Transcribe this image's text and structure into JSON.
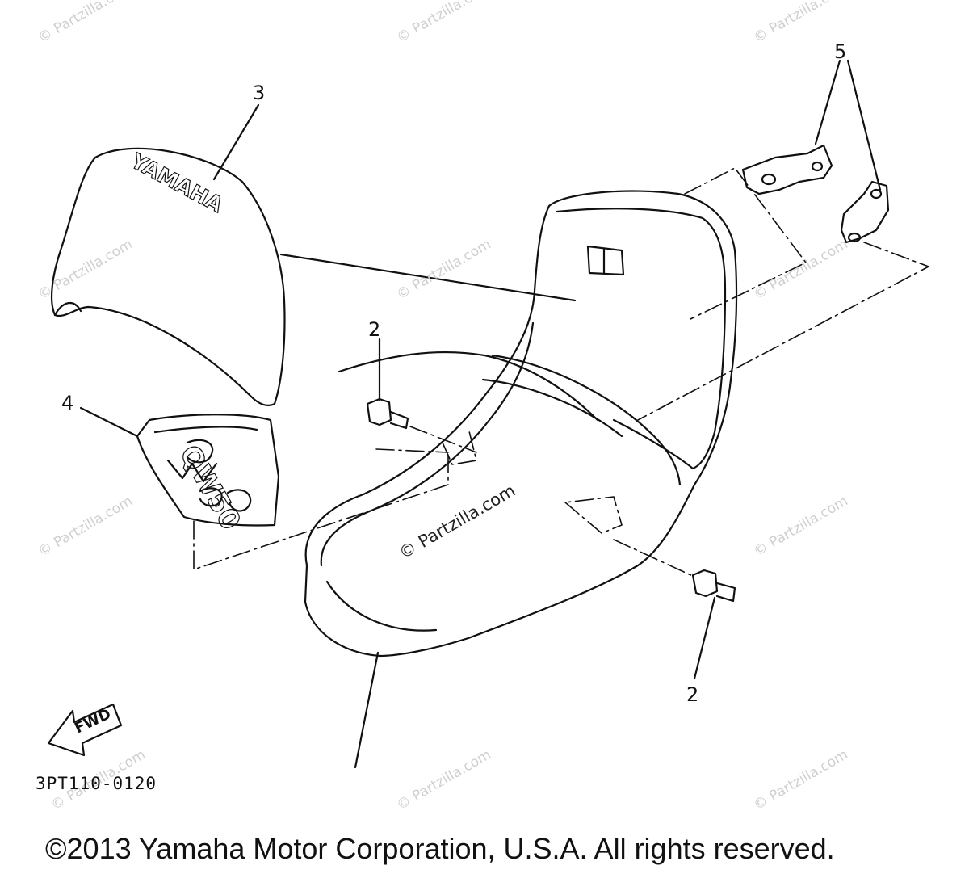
{
  "callouts": {
    "c1": "3",
    "c2": "4",
    "c3": "2",
    "c4": "2",
    "c5": "5"
  },
  "part_labels": {
    "seat_logo_text": "YAMAHA",
    "emblem_text": "QW50",
    "fwd_arrow_text": "FWD"
  },
  "watermark": {
    "text": "© Partzilla.com"
  },
  "diagram_code": "3PT110-0120",
  "copyright": "©2013 Yamaha Motor Corporation, U.S.A. All rights reserved.",
  "colors": {
    "line": "#111111",
    "watermark": "#cfcfcf",
    "background": "#ffffff"
  }
}
